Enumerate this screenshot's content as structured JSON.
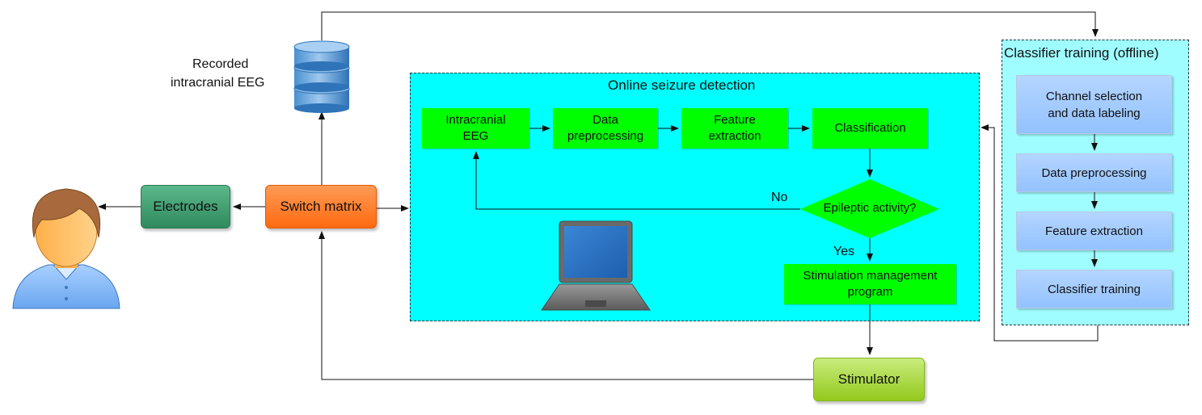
{
  "database": {
    "label_line1": "Recorded",
    "label_line2": "intracranial EEG"
  },
  "patient": {},
  "electrodes": {
    "label": "Electrodes"
  },
  "switch_matrix": {
    "label": "Switch matrix"
  },
  "stimulator": {
    "label": "Stimulator"
  },
  "online": {
    "title": "Online seizure detection",
    "steps": {
      "eeg": {
        "line1": "Intracranial",
        "line2": "EEG"
      },
      "preprocessing": {
        "line1": "Data",
        "line2": "preprocessing"
      },
      "features": {
        "line1": "Feature",
        "line2": "extraction"
      },
      "classification": {
        "label": "Classification"
      },
      "decision": {
        "label": "Epileptic activity?"
      },
      "stimulation": {
        "line1": "Stimulation management",
        "line2": "program"
      }
    },
    "no_label": "No",
    "yes_label": "Yes"
  },
  "offline": {
    "title": "Classifier training (offline)",
    "steps": {
      "channel": {
        "line1": "Channel selection",
        "line2": "and data labeling"
      },
      "preprocessing": {
        "label": "Data preprocessing"
      },
      "features": {
        "label": "Feature extraction"
      },
      "training": {
        "label": "Classifier training"
      }
    }
  },
  "colors": {
    "online_bg": "#00ffff",
    "offline_bg": "#9ffcff",
    "step_green": "#00ff00",
    "step_blue": "#9fcaff",
    "switch_orange": "#ff7a2a",
    "electrodes_green": "#3a9a6a",
    "stimulator_lime": "#a6d63a"
  },
  "icons": [
    "database-icon",
    "user-icon",
    "laptop-icon"
  ]
}
